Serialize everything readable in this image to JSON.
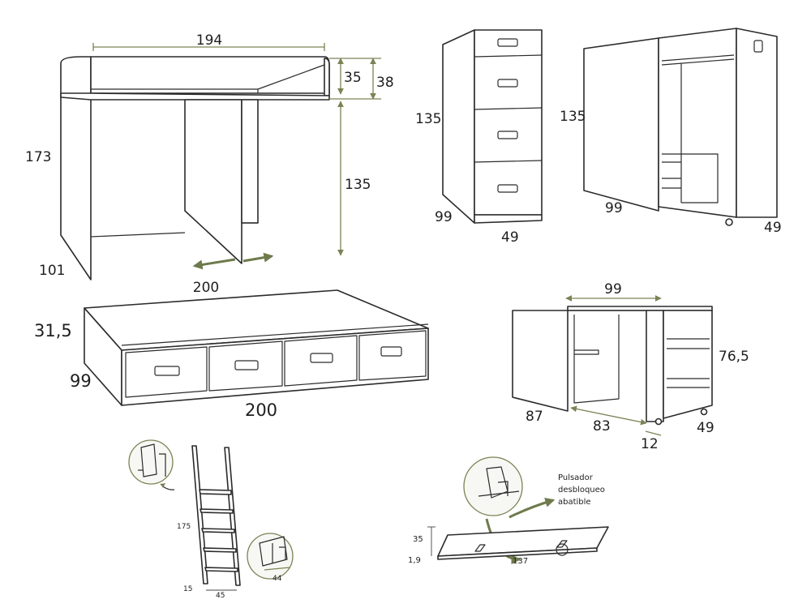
{
  "desk": {
    "width": "194",
    "shelf_inner": "35",
    "shelf_outer": "38",
    "height": "173",
    "under_height": "135",
    "depth": "101"
  },
  "drawer_cabinet": {
    "height": "135",
    "depth": "99",
    "width": "49"
  },
  "wardrobe": {
    "height": "135",
    "depth": "99",
    "width": "49"
  },
  "bed_base": {
    "top_width": "200",
    "height": "31,5",
    "depth": "99",
    "front_width": "200"
  },
  "pullout_desk": {
    "width": "99",
    "height": "76,5",
    "depth": "87",
    "inner_depth": "83",
    "offset": "12",
    "side_width": "49"
  },
  "ladder": {
    "height": "175",
    "bottom_gap": "15",
    "width": "45",
    "detail_width": "44"
  },
  "folding_panel": {
    "height": "35",
    "thickness": "1,9",
    "length": "137",
    "note_line1": "Pulsador",
    "note_line2": "desbloqueo",
    "note_line3": "abatible"
  }
}
